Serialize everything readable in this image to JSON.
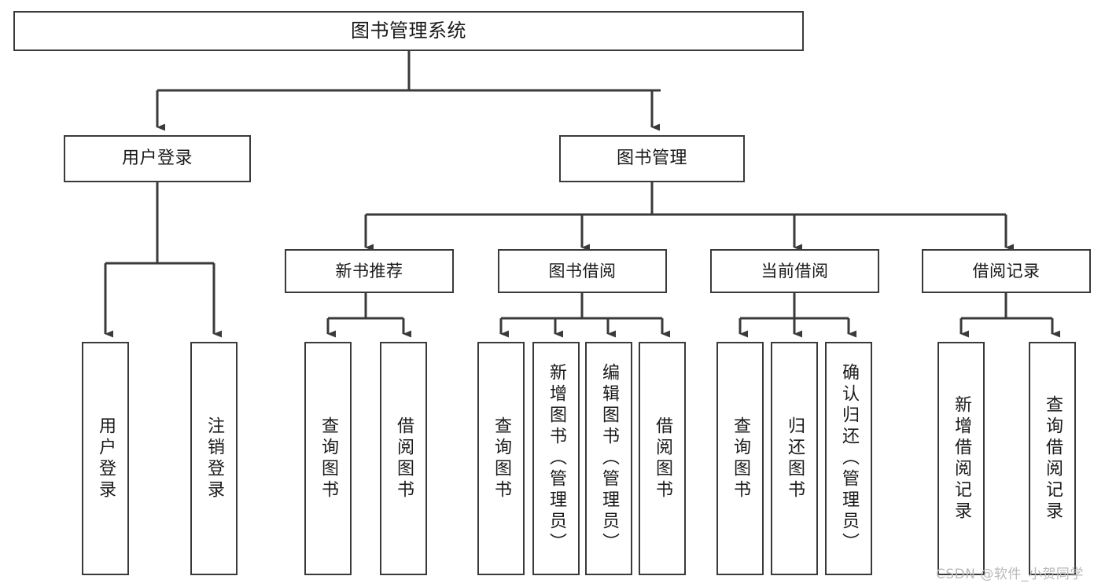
{
  "diagram": {
    "title": "图书管理系统",
    "watermark": "CSDN @软件_小贺同学",
    "stroke_color": "#3a3a3a",
    "fill_color": "#ffffff",
    "text_color": "#1a1a1a",
    "watermark_color": "#b9b9b9",
    "nodes": {
      "root": {
        "label": "图书管理系统"
      },
      "level2": [
        {
          "label": "用户登录"
        },
        {
          "label": "图书管理"
        }
      ],
      "level3": [
        {
          "label": "新书推荐"
        },
        {
          "label": "图书借阅"
        },
        {
          "label": "当前借阅"
        },
        {
          "label": "借阅记录"
        }
      ],
      "leaves_user_login": [
        {
          "label": "用户登录"
        },
        {
          "label": "注销登录"
        }
      ],
      "leaves_new_book": [
        {
          "label": "查询图书"
        },
        {
          "label": "借阅图书"
        }
      ],
      "leaves_borrow": [
        {
          "label": "查询图书"
        },
        {
          "label": "新增图书（管理员）"
        },
        {
          "label": "编辑图书（管理员）"
        },
        {
          "label": "借阅图书"
        }
      ],
      "leaves_current": [
        {
          "label": "查询图书"
        },
        {
          "label": "归还图书"
        },
        {
          "label": "确认归还（管理员）"
        }
      ],
      "leaves_records": [
        {
          "label": "新增借阅记录"
        },
        {
          "label": "查询借阅记录"
        }
      ]
    }
  }
}
